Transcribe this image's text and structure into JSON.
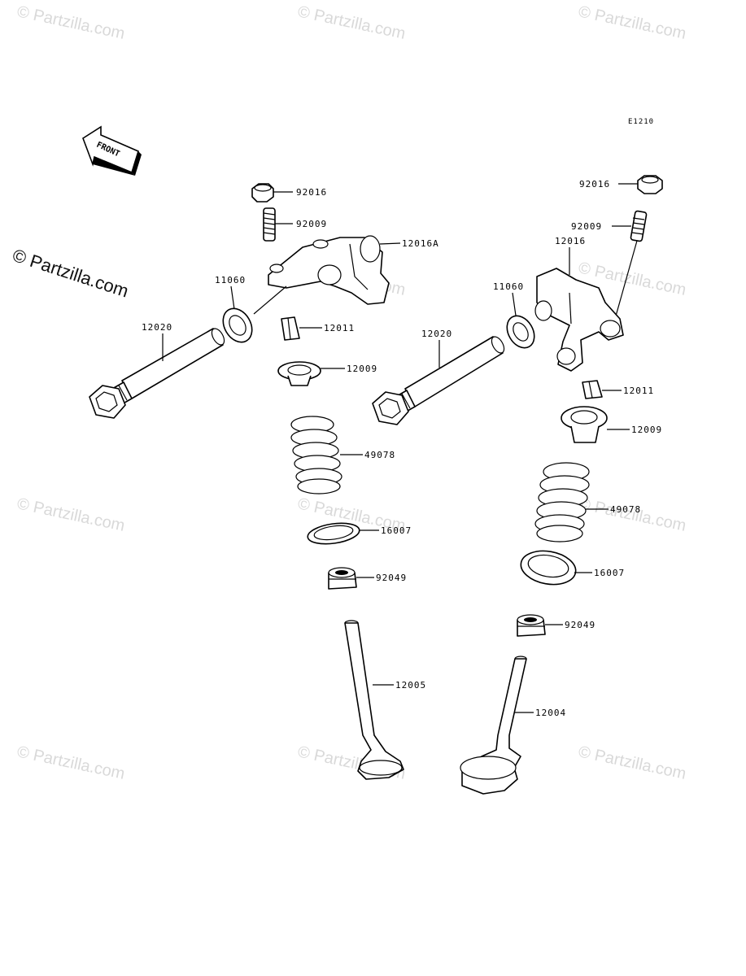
{
  "diagram_code": "E1210",
  "front_arrow": {
    "label": "FRONT"
  },
  "watermarks": {
    "main": "© Partzilla.com",
    "tile": "© Partzilla.com"
  },
  "parts": {
    "p92016_left": "92016",
    "p92009_left": "92009",
    "p12016A": "12016A",
    "p11060_left": "11060",
    "p12020_left": "12020",
    "p12011_left": "12011",
    "p12009_left": "12009",
    "p49078_left": "49078",
    "p16007_left": "16007",
    "p92049_left": "92049",
    "p12005": "12005",
    "p92016_right": "92016",
    "p92009_right": "92009",
    "p12016": "12016",
    "p11060_right": "11060",
    "p12020_right": "12020",
    "p12011_right": "12011",
    "p12009_right": "12009",
    "p49078_right": "49078",
    "p16007_right": "16007",
    "p92049_right": "92049",
    "p12004": "12004"
  }
}
